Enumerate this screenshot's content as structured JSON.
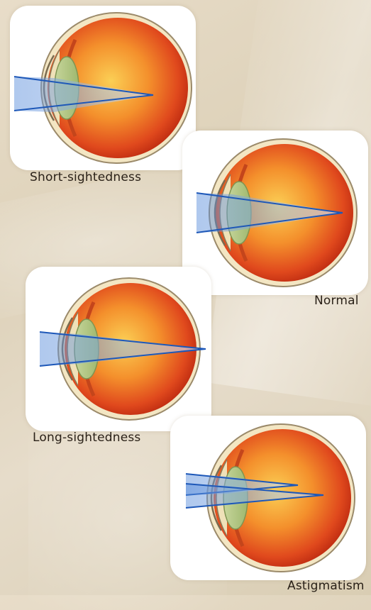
{
  "diagram": {
    "panels": [
      {
        "id": "short",
        "label": "Short-sightedness"
      },
      {
        "id": "normal",
        "label": "Normal"
      },
      {
        "id": "long",
        "label": "Long-sightedness"
      },
      {
        "id": "astig",
        "label": "Astigmatism"
      }
    ],
    "colors": {
      "background": "#e3d8c3",
      "eyeball_center": "#f9c14a",
      "eyeball_edge": "#d8381a",
      "sclera": "#f4e7c4",
      "lens": "#c5d49a",
      "light_beam": "#2e63b8"
    }
  }
}
